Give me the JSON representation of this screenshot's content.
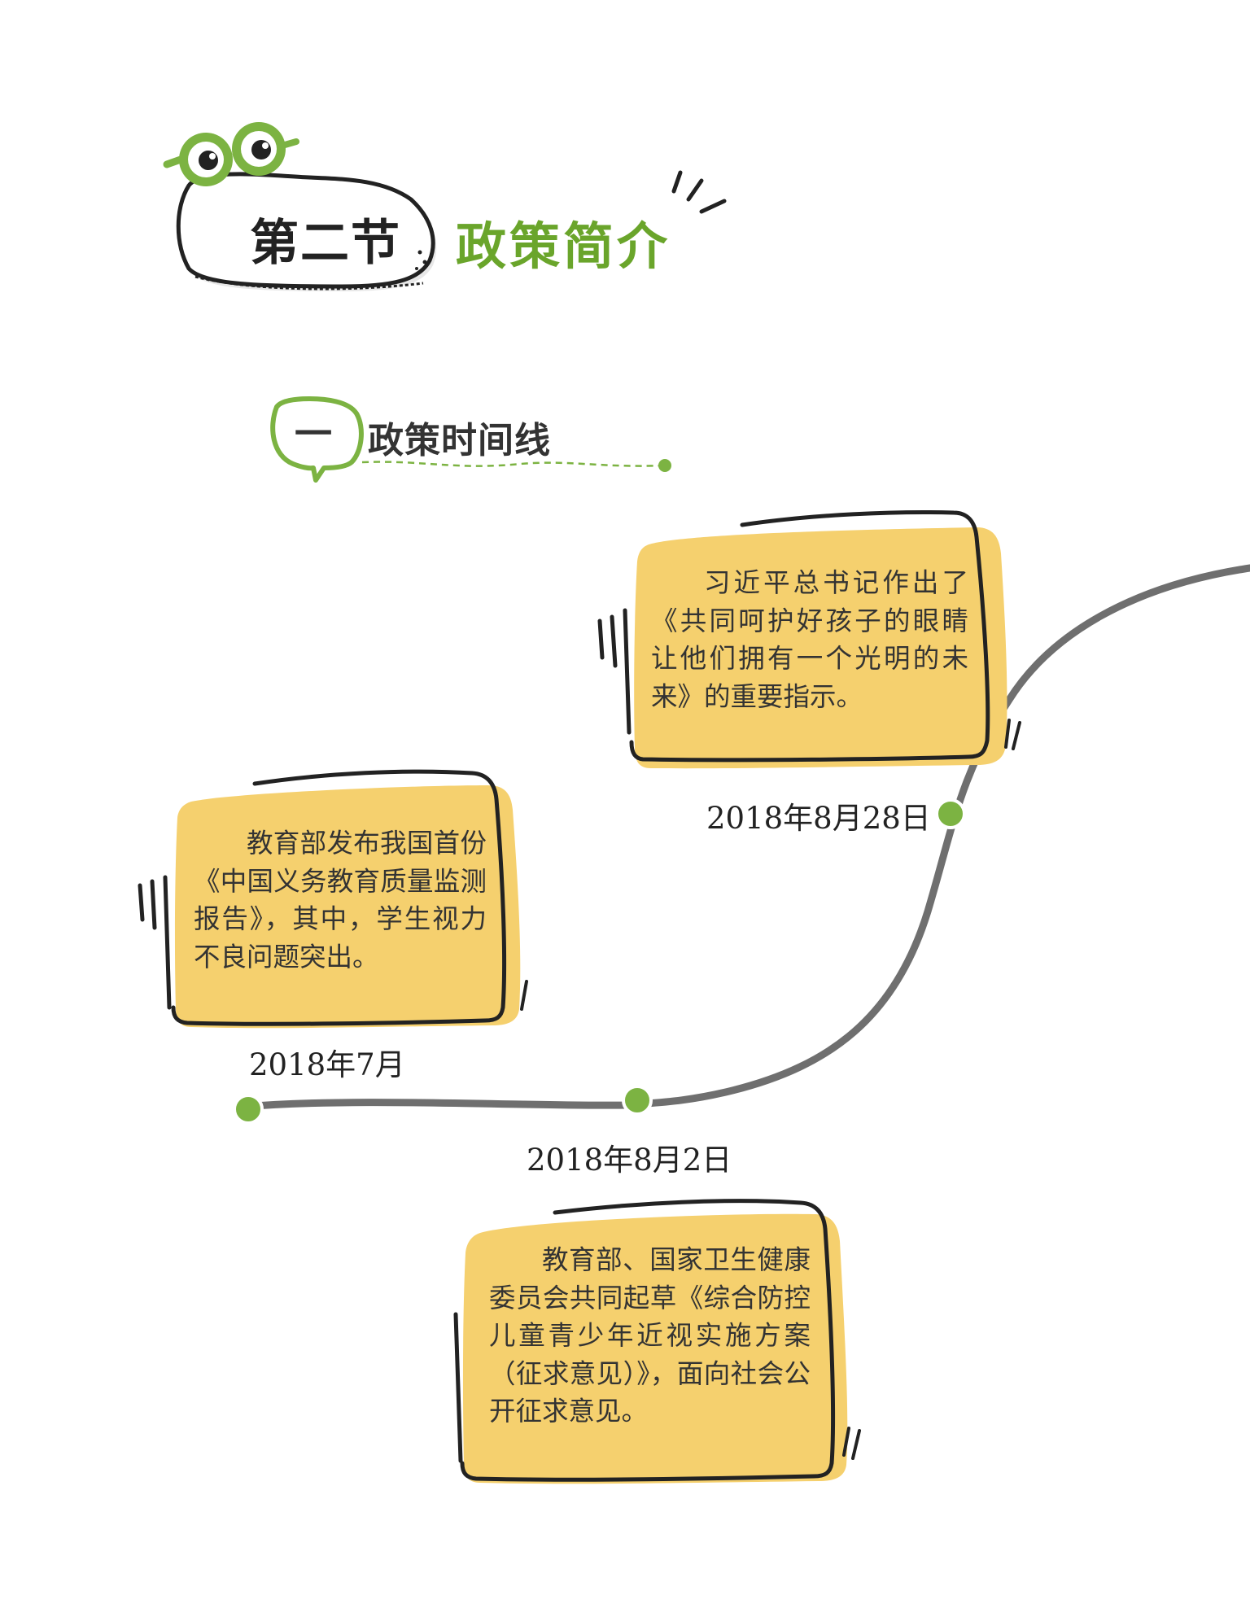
{
  "section": {
    "badge": "第二节",
    "title": "政策简介"
  },
  "subsection": {
    "number": "一",
    "title": "政策时间线"
  },
  "colors": {
    "accent_green": "#7cb342",
    "box_yellow": "#f5d06e",
    "line_gray": "#6f6f6f"
  },
  "events": [
    {
      "text": "习近平总书记作出了《共同呵护好孩子的眼睛 让他们拥有一个光明的未来》的重要指示。",
      "date": "2018年8月28日"
    },
    {
      "text": "教育部发布我国首份《中国义务教育质量监测报告》，其中，学生视力不良问题突出。",
      "date": "2018年7月"
    },
    {
      "text": "教育部、国家卫生健康委员会共同起草《综合防控儿童青少年近视实施方案（征求意见）》，面向社会公开征求意见。",
      "date": "2018年8月2日"
    }
  ]
}
